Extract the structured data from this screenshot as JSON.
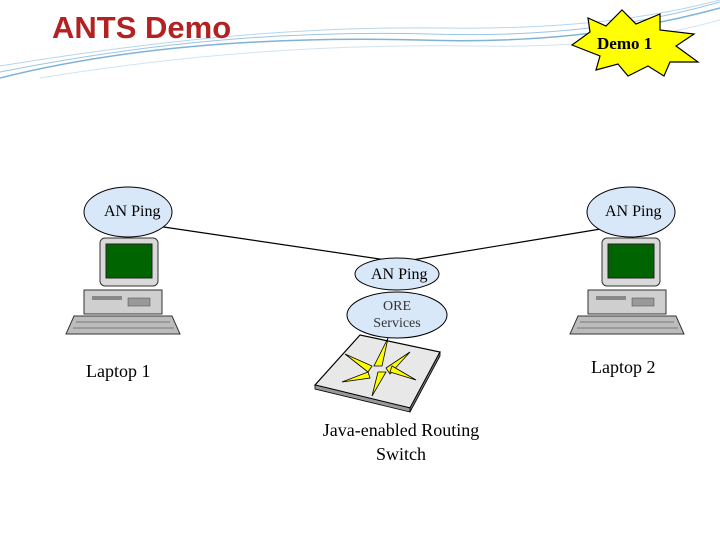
{
  "slide": {
    "title": "ANTS Demo",
    "badge": "Demo 1"
  },
  "nodes": {
    "left_app": "AN Ping",
    "right_app": "AN Ping",
    "switch_app": "AN Ping",
    "switch_services_line1": "ORE",
    "switch_services_line2": "Services",
    "left_host": "Laptop 1",
    "right_host": "Laptop 2",
    "switch_line1": "Java-enabled Routing",
    "switch_line2": "Switch"
  },
  "colors": {
    "title": "#b22222",
    "bubble_fill": "#d8e8f8",
    "star_fill": "#ffff00",
    "screen": "#006400",
    "decor_line": "#7fb2d8"
  }
}
